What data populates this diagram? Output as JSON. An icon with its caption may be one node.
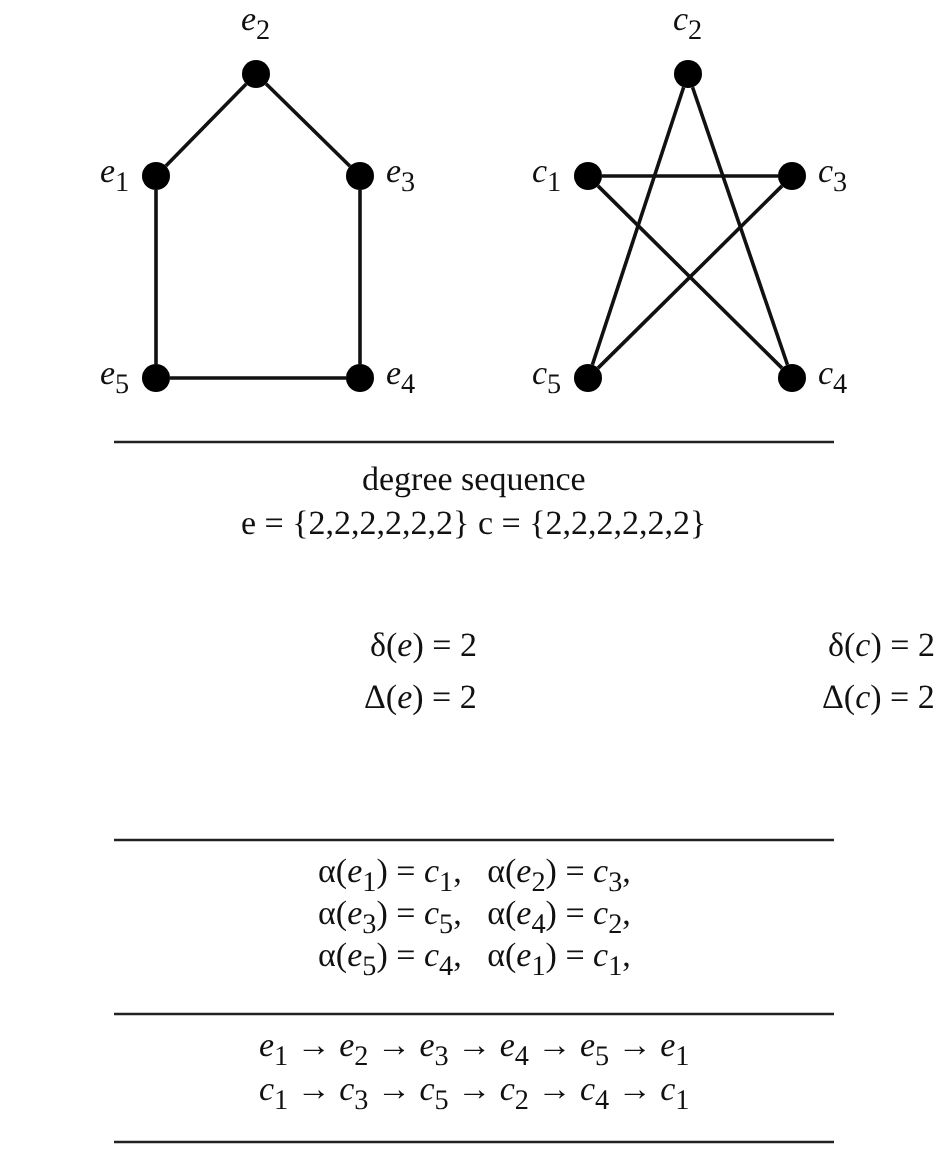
{
  "diagram": {
    "nodes": [
      {
        "text": [],
        "shape": "circle",
        "beside": [
          "*e*$_{1}$"
        ]
      },
      {
        "text": [],
        "shape": "circle",
        "beside": [
          "*e*$_{2}$"
        ]
      },
      {
        "text": [],
        "shape": "circle",
        "beside": [
          "*e*$_{3}$"
        ]
      },
      {
        "text": [],
        "shape": "circle",
        "beside": [
          "*e*$_{4}$"
        ]
      },
      {
        "text": [],
        "shape": "circle",
        "beside": [
          "*e*$_{5}$"
        ]
      },
      {
        "text": [],
        "shape": "circle",
        "beside": [
          "*c*$_{1}$"
        ]
      },
      {
        "text": [],
        "shape": "circle",
        "beside": [
          "*c*$_{2}$"
        ]
      },
      {
        "text": [],
        "shape": "circle",
        "beside": [
          "*c*$_{3}$"
        ]
      },
      {
        "text": [],
        "shape": "circle",
        "beside": [
          "*c*$_{4}$"
        ]
      },
      {
        "text": [],
        "shape": "circle",
        "beside": [
          "*c*$_{5}$"
        ]
      }
    ],
    "edges": [
      {
        "from": 0,
        "to": 1,
        "arrow": "none"
      },
      {
        "from": 1,
        "to": 2,
        "arrow": "none"
      },
      {
        "from": 2,
        "to": 3,
        "arrow": "none"
      },
      {
        "from": 3,
        "to": 4,
        "arrow": "none"
      },
      {
        "from": 4,
        "to": 0,
        "arrow": "none"
      },
      {
        "from": 5,
        "to": 7,
        "arrow": "none"
      },
      {
        "from": 7,
        "to": 9,
        "arrow": "none"
      },
      {
        "from": 9,
        "to": 6,
        "arrow": "none"
      },
      {
        "from": 6,
        "to": 8,
        "arrow": "none"
      },
      {
        "from": 8,
        "to": 5,
        "arrow": "none"
      }
    ],
    "labels": [
      "degree sequence",
      "e = {2,2,2,2,2,2} c = {2,2,2,2,2,2}",
      "δ(*e*) = 2",
      "δ(*c*) = 2",
      "Δ(*e*) = 2",
      "Δ(*c*) = 2",
      "α(*e*$_{1}$) = *c*$_{1}$,   α(*e*$_{2}$) = *c*$_{3}$,",
      "α(*e*$_{3}$) = *c*$_{5}$,   α(*e*$_{4}$) = *c*$_{2}$,",
      "α(*e*$_{5}$) = *c*$_{4}$,   α(*e*$_{1}$) = *c*$_{1}$,",
      "*e*$_{1}$ → *e*$_{2}$ → *e*$_{3}$ → *e*$_{4}$ → *e*$_{5}$ → *e*$_{1}$",
      "*c*$_{1}$ → *c*$_{3}$ → *c*$_{5}$ → *c*$_{2}$ → *c*$_{4}$ → *c*$_{1}$"
    ]
  }
}
